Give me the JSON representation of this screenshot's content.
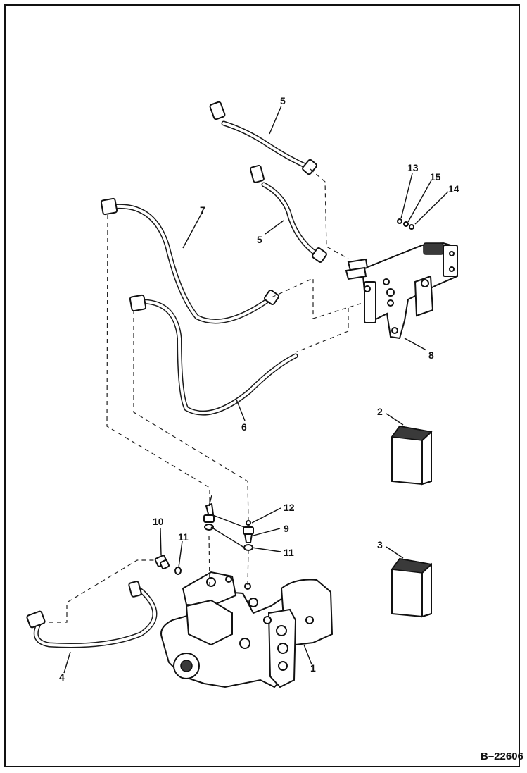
{
  "figure_ref": "B–22606",
  "callouts": {
    "c1": "1",
    "c2": "2",
    "c3": "3",
    "c4": "4",
    "c5a": "5",
    "c5b": "5",
    "c6": "6",
    "c7": "7",
    "c8": "8",
    "c9": "9",
    "c10": "10",
    "c11a": "11",
    "c11b": "11",
    "c12": "12",
    "c13": "13",
    "c14": "14",
    "c15": "15"
  }
}
